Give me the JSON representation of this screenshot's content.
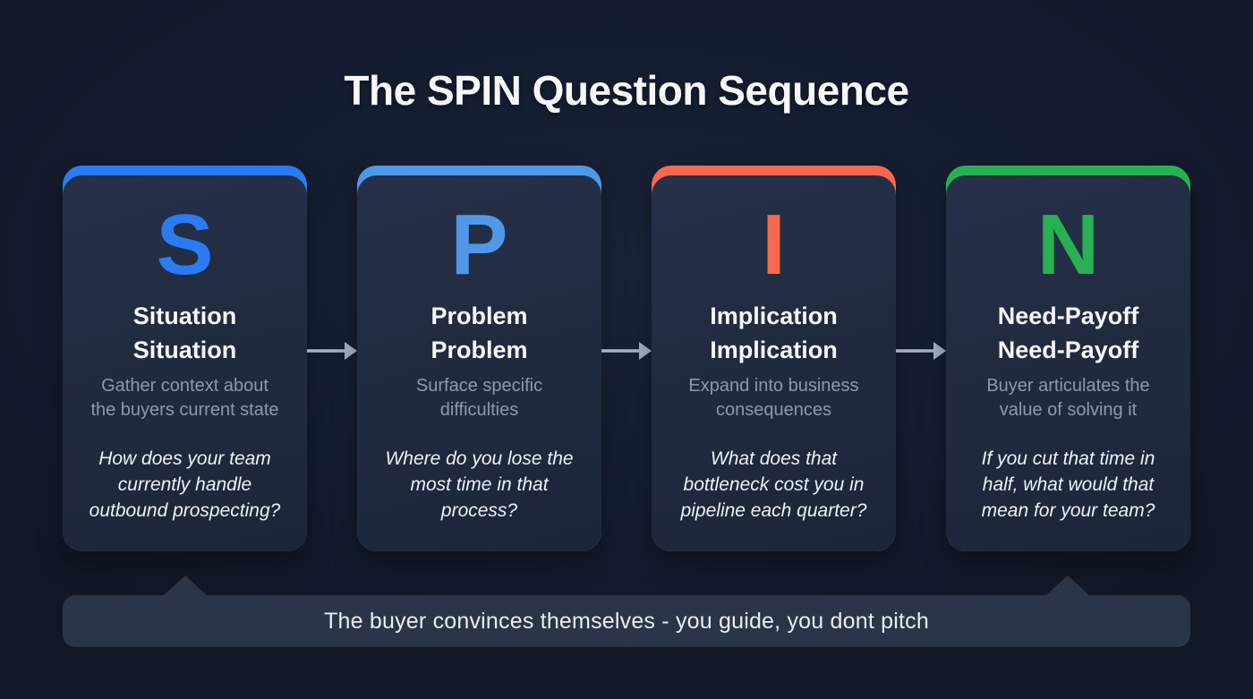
{
  "title": "The SPIN Question Sequence",
  "cards": [
    {
      "letter": "S",
      "accent": "#2b7bf3",
      "title_lines": [
        "Situation",
        "Situation"
      ],
      "description": "Gather context about the buyers current state",
      "question": "How does your team currently handle outbound prospecting?"
    },
    {
      "letter": "P",
      "accent": "#4f98e8",
      "title_lines": [
        "Problem",
        "Problem"
      ],
      "description": "Surface specific difficulties",
      "question": "Where do you lose the most time in that process?"
    },
    {
      "letter": "I",
      "accent": "#f9684d",
      "title_lines": [
        "Implication",
        "Implication"
      ],
      "description": "Expand into business consequences",
      "question": "What does that bottleneck cost you in pipeline each quarter?"
    },
    {
      "letter": "N",
      "accent": "#28b153",
      "title_lines": [
        "Need-Payoff",
        "Need-Payoff"
      ],
      "description": "Buyer articulates the value of solving it",
      "question": "If you cut that time in half, what would that mean for your team?"
    }
  ],
  "arrows": {
    "color": "#a8b2c6"
  },
  "banner": {
    "text": "The buyer convinces themselves - you guide, you dont pitch"
  }
}
